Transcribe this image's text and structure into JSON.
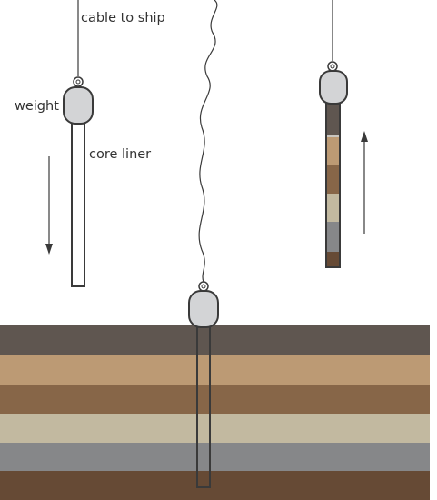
{
  "labels": {
    "cable": "cable to ship",
    "weight": "weight",
    "core_liner": "core liner"
  },
  "colors": {
    "sediment_layers": [
      "#5f5650",
      "#bc9a74",
      "#876648",
      "#c2b9a0",
      "#868789",
      "#664a35"
    ],
    "weight_fill": "#d3d4d6",
    "stroke": "#3a3a3a"
  },
  "extracted_core_colors": [
    "#5f5650",
    "#c9c6c0",
    "#bc9a74",
    "#876648",
    "#c2b9a0",
    "#868789",
    "#664a35"
  ]
}
